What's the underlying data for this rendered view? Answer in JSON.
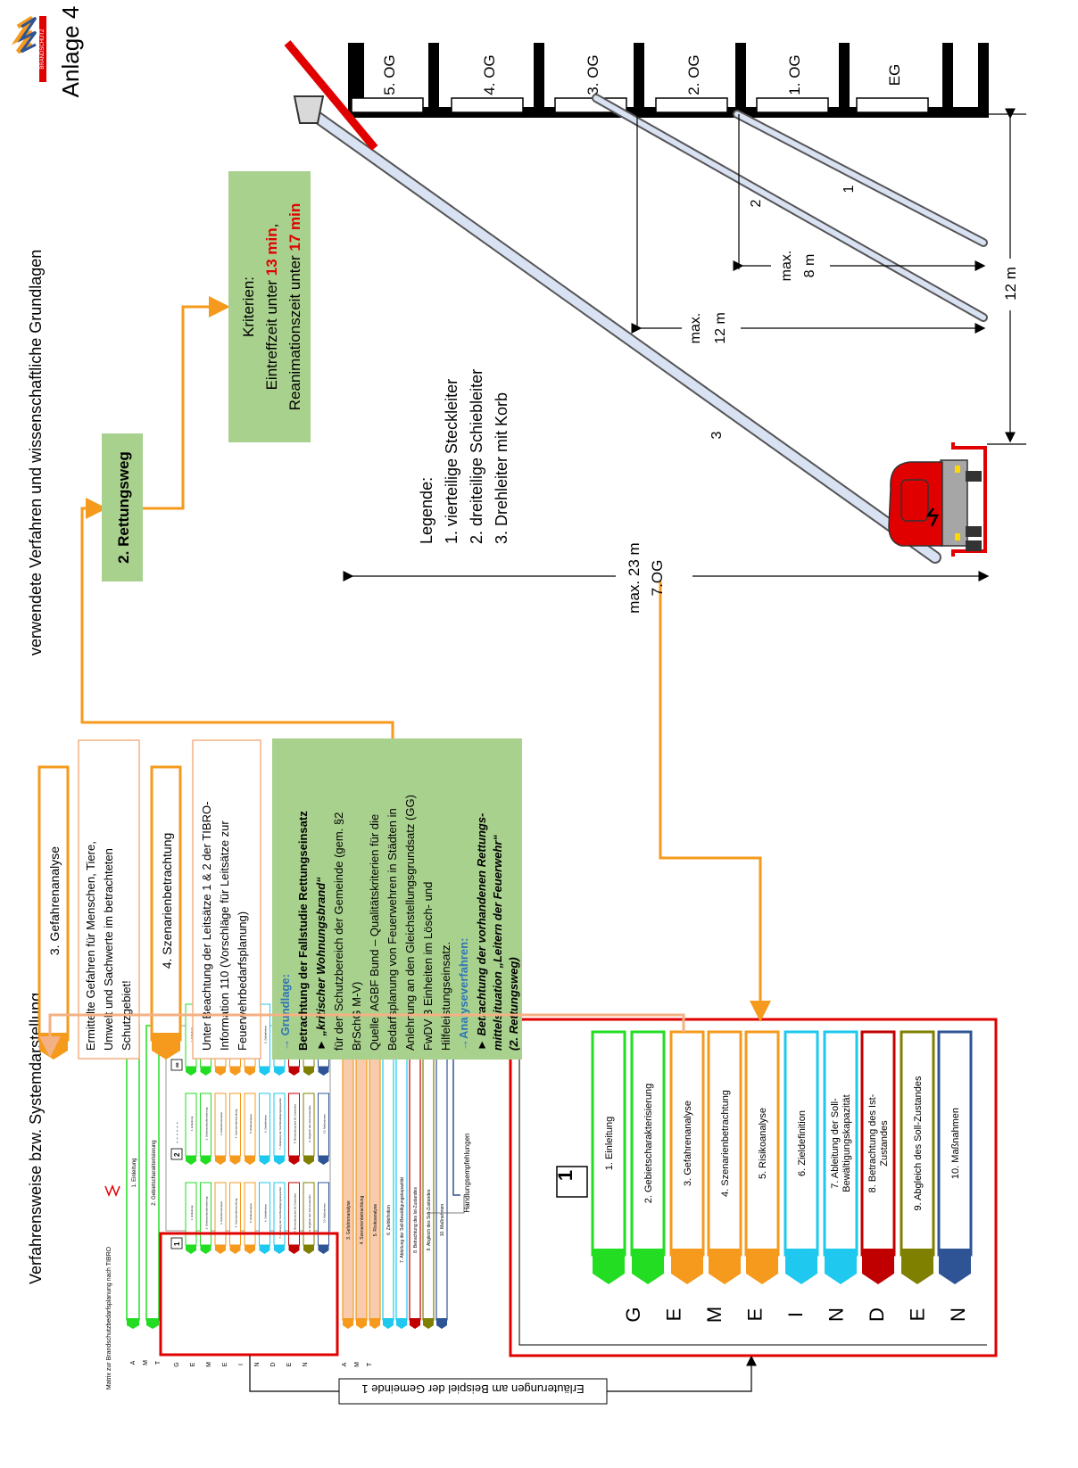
{
  "header": {
    "anlage": "Anlage 4",
    "logo_text": "BRANDSCHUTZ",
    "title_left": "Verfahrensweise bzw. Systemdarstellung",
    "title_right": "verwendete Verfahren und wissenschaftliche Grundlagen"
  },
  "thumbnail": {
    "title": "Matrix zur Brandschutzbedarfsplanung  nach TIBRO",
    "amt_letters": [
      "A",
      "M",
      "T"
    ],
    "top_bars": [
      "1. Einleitung",
      "2. Gebietscharakterisierung"
    ],
    "gemeinden_letters": [
      "G",
      "E",
      "M",
      "E",
      "I",
      "N",
      "D",
      "E",
      "N"
    ],
    "col_numbers": [
      "1",
      "2",
      "∞"
    ],
    "col_dots": "- - - - - -",
    "small_items": [
      "1. Einleitung",
      "2. Gebietscharakterisierung",
      "3. Gefahrenanalyse",
      "4. Szenarienbetrachtung",
      "5. Risikoanalyse",
      "6. Zieldefinition",
      "7. Ableitung der Soll-Bewältigungskapazität",
      "8. Betrachtung des Ist-Zustandes",
      "9. Abgleich des Soll-Zustandes",
      "10. Maßnahmen"
    ],
    "bottom_bars": [
      "3. Gefahrenanalyse",
      "4. Szenarienbetrachtung",
      "5. Risikoanalyse",
      "6. Zieldefinition",
      "7. Ableitung der Soll-Bewältigungskapazität",
      "8. Betrachtung des Ist-Zustandes",
      "9. Abgleich des Soll-Zustandes",
      "10. Maßnahmen"
    ],
    "handlung": "Handlungsempfehlungen"
  },
  "erlaeuterung": "Erläuterungen am Beispiel der Gemeinde 1",
  "gemeinde_panel": {
    "number": "1",
    "letters": [
      "G",
      "E",
      "M",
      "E",
      "I",
      "N",
      "D",
      "E",
      "N"
    ],
    "steps": [
      {
        "label": "1. Einleitung",
        "color": "#22dd22"
      },
      {
        "label": "2. Gebietscharakterisierung",
        "color": "#22dd22"
      },
      {
        "label": "3. Gefahrenanalyse",
        "color": "#f59a1c"
      },
      {
        "label": "4. Szenarienbetrachtung",
        "color": "#f59a1c"
      },
      {
        "label": "5. Risikoanalyse",
        "color": "#f59a1c"
      },
      {
        "label": "6. Zieldefinition",
        "color": "#1ec8ee"
      },
      {
        "label": "7. Ableitung der Soll-",
        "label2": "Bewältigungskapazität",
        "color": "#1ec8ee"
      },
      {
        "label": "8. Betrachtung des Ist-",
        "label2": "Zustandes",
        "color": "#c00000"
      },
      {
        "label": "9. Abgleich des Soll-Zustandes",
        "color": "#7f7f00"
      },
      {
        "label": "10. Maßnahmen",
        "color": "#2f5496"
      }
    ]
  },
  "gefahrenanalyse": {
    "title": "3. Gefahrenanalyse",
    "text": [
      "Ermittelte Gefahren für Menschen, Tiere,",
      "Umwelt und Sachwerte im betrachteten",
      "Schutzgebiet!"
    ]
  },
  "szenarien": {
    "title": "4. Szenarienbetrachtung",
    "text": [
      "Unter Beachtung der Leitsätze 1 & 2 der TIBRO-",
      "Information 110 (Vorschläge für Leitsätze zur",
      "Feuerwehrbedarfsplanung)"
    ]
  },
  "grundlage": {
    "heading": "→ Grundlage:",
    "lines": [
      "Betrachtung der Fallstudie Rettungseinsatz",
      "► „kritischer Wohnungsbrand“",
      "für den Schutzbereich der Gemeinde (gem. §2",
      "BrSchG M-V)",
      "Quelle: AGBF Bund – Qualitätskriterien für die",
      "Bedarfsplanung von Feuerwehren in Städten in",
      "Anlehnung an den Gleichstellungsgrundsatz (GG)",
      "FwDV 3 Einheiten im Lösch- und",
      "Hilfeleistungseinsatz."
    ],
    "analyse_heading": "→Analyseverfahren:",
    "analyse_lines": [
      "► Betrachtung der vorhandenen Rettungs-",
      "mittelsituation „Leitern der Feuerwehr“",
      "(2. Rettungsweg)"
    ]
  },
  "rettungsweg": "2. Rettungsweg",
  "kriterien": {
    "line1": "Kriterien:",
    "line2_pre": "Eintreffzeit unter ",
    "line2_red": "13 min",
    "line2_post": ",",
    "line3_pre": "Reanimationszeit unter ",
    "line3_red": "17 min"
  },
  "building": {
    "floors": [
      "5. OG",
      "4. OG",
      "3. OG",
      "2. OG",
      "1. OG",
      "EG"
    ]
  },
  "ladders": {
    "labels": [
      "1",
      "2",
      "3"
    ],
    "legend_title": "Legende:",
    "legend": [
      "1.  vierteilige Steckleiter",
      "2.  dreiteilige Schiebleiter",
      "3.  Drehleiter mit Korb"
    ]
  },
  "dimensions": {
    "d12_a": "max.",
    "d12_b": "12 m",
    "d8_a": "max.",
    "d8_b": "8 m",
    "d12_side": "12 m",
    "d23_a": "max. 23 m",
    "d23_b": "7.OG"
  },
  "colors": {
    "orange": "#f59a1c",
    "red": "#e00000",
    "green_fill": "#a9d18e",
    "green_bright": "#22dd22",
    "cyan": "#1ec8ee"
  }
}
